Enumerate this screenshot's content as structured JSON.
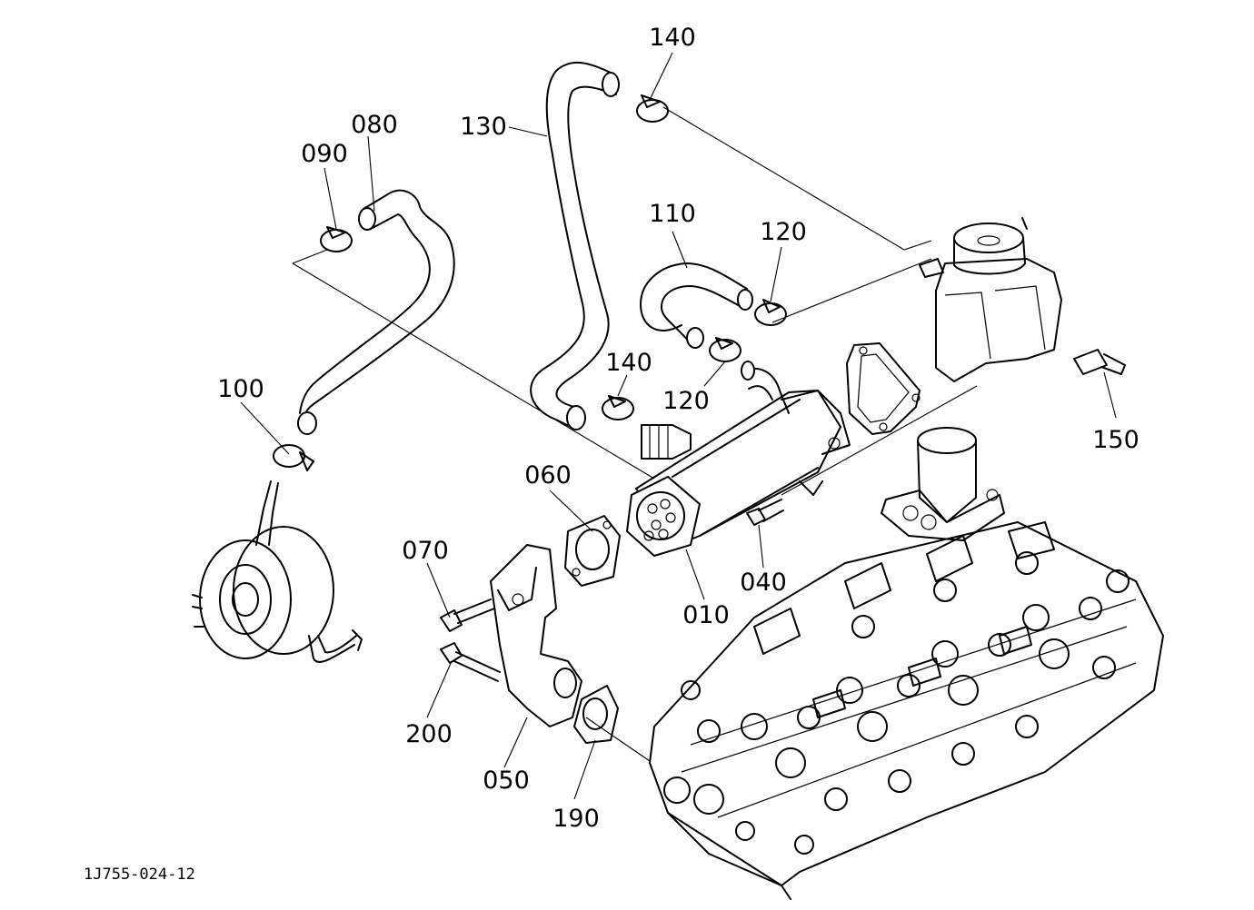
{
  "figure": {
    "reference_code": "1J755-024-12",
    "callouts": [
      {
        "id": "c140a",
        "label": "140"
      },
      {
        "id": "c130",
        "label": "130"
      },
      {
        "id": "c080",
        "label": "080"
      },
      {
        "id": "c090",
        "label": "090"
      },
      {
        "id": "c110",
        "label": "110"
      },
      {
        "id": "c120a",
        "label": "120"
      },
      {
        "id": "c100",
        "label": "100"
      },
      {
        "id": "c140b",
        "label": "140"
      },
      {
        "id": "c120b",
        "label": "120"
      },
      {
        "id": "c150",
        "label": "150"
      },
      {
        "id": "c060",
        "label": "060"
      },
      {
        "id": "c070",
        "label": "070"
      },
      {
        "id": "c040",
        "label": "040"
      },
      {
        "id": "c010",
        "label": "010"
      },
      {
        "id": "c200",
        "label": "200"
      },
      {
        "id": "c050",
        "label": "050"
      },
      {
        "id": "c190",
        "label": "190"
      }
    ]
  }
}
